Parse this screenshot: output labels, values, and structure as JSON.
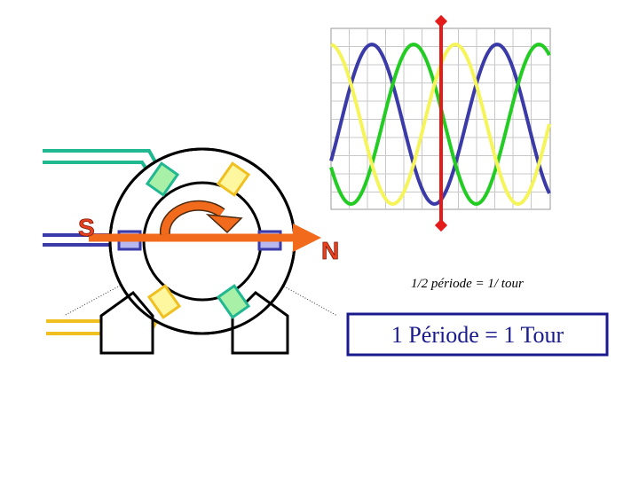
{
  "labels": {
    "pole_south": "S",
    "pole_north": "N",
    "half_period": "1/2 période = 1/ tour",
    "full_period": "1 Période = 1 Tour"
  },
  "colors": {
    "south_label": "#e8411f",
    "north_label": "#e8411f",
    "magnet_arrow": "#f26a1b",
    "rotation_arrow": "#f26a1b",
    "red_marker": "#e31b1b",
    "caption_box_border": "#1a1a8c",
    "coil_teal": "#20b890",
    "coil_blue": "#3a3aa8",
    "coil_yellow": "#f0c020",
    "wave_blue": "#3a3aa8",
    "wave_green": "#22cc22",
    "wave_yellow": "#f5f55a"
  },
  "waveforms": {
    "series": [
      {
        "color_key": "wave_blue",
        "phase_deg": 0
      },
      {
        "color_key": "wave_green",
        "phase_deg": 120
      },
      {
        "color_key": "wave_yellow",
        "phase_deg": 240
      }
    ],
    "periods_shown": 1.75
  }
}
